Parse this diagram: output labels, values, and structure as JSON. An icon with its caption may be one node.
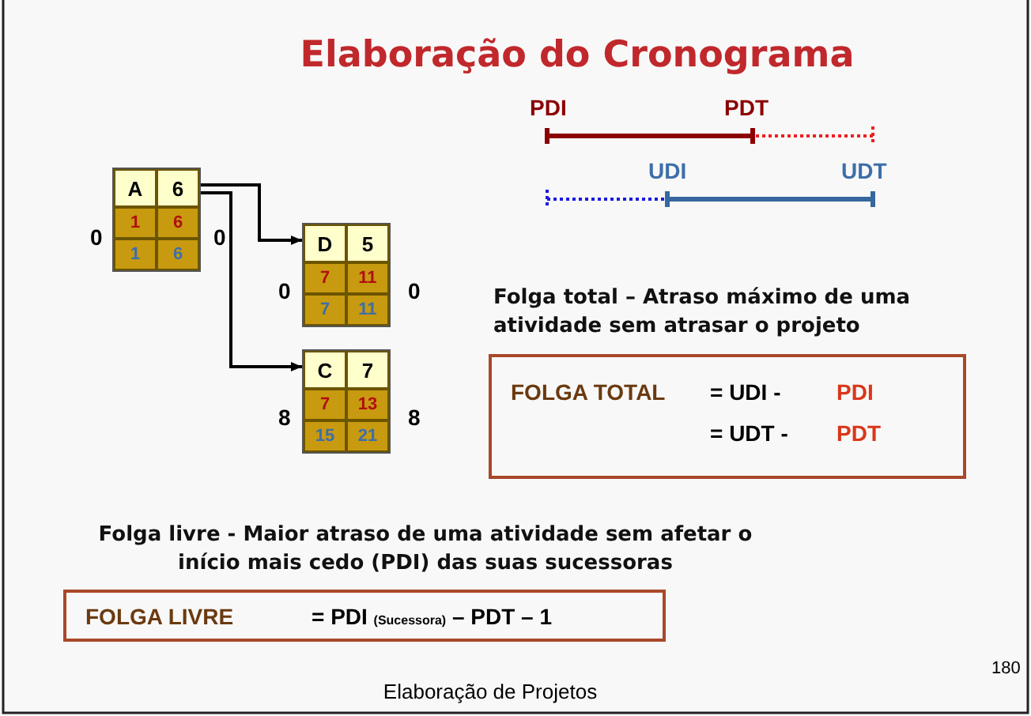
{
  "diagram": {
    "title": "Elaboração do Cronograma",
    "nodes": [
      {
        "text": [
          "A",
          "6",
          "1",
          "6",
          "1",
          "6"
        ],
        "beside": [
          "0",
          "0"
        ]
      },
      {
        "text": [
          "D",
          "5",
          "7",
          "11",
          "7",
          "11"
        ],
        "beside": [
          "0",
          "0"
        ]
      },
      {
        "text": [
          "C",
          "7",
          "7",
          "13",
          "15",
          "21"
        ],
        "beside": [
          "8",
          "8"
        ]
      },
      {
        "text": [
          "FOLGA TOTAL",
          "= UDI -",
          "PDI",
          "= UDT -",
          "PDT"
        ]
      },
      {
        "text": [
          "FOLGA LIVRE",
          "= PDI $_{(Sucessora)}$ – PDT – 1"
        ]
      }
    ],
    "edges": [
      {
        "from": 0,
        "to": 1,
        "arrow": "to"
      },
      {
        "from": 0,
        "to": 2,
        "arrow": "to"
      }
    ],
    "labels": [
      "PDI",
      "PDT",
      "UDI",
      "UDT",
      "Folga total – Atraso máximo de uma atividade sem atrasar o projeto",
      "Folga livre - Maior atraso de uma atividade sem afetar o início mais cedo (PDI) das suas sucessoras",
      "Elaboração de Projetos",
      "180"
    ]
  }
}
